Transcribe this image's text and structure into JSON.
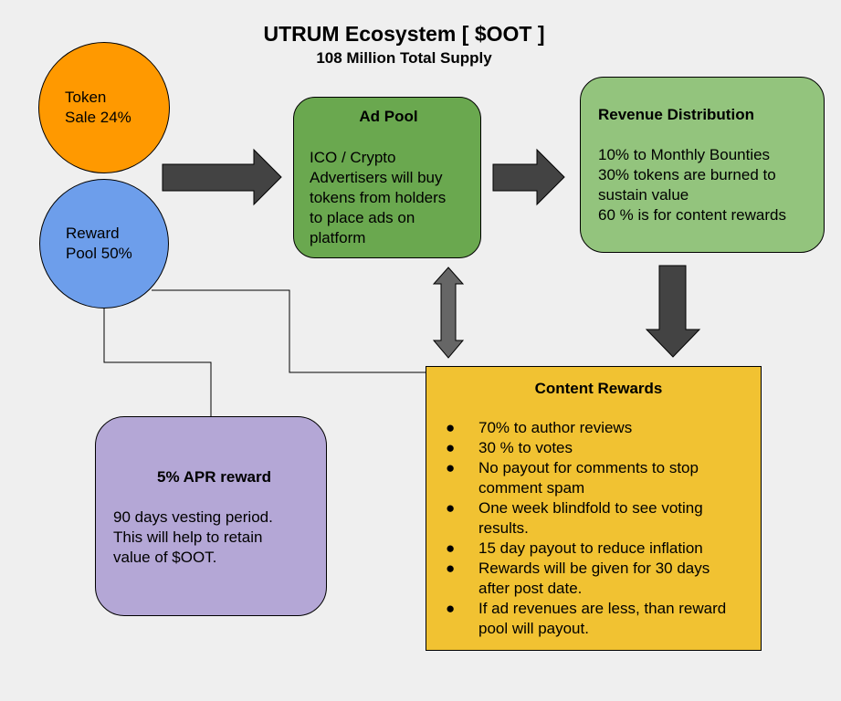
{
  "title": "UTRUM Ecosystem [ $OOT ]",
  "subtitle": "108 Million Total Supply",
  "token_sale": {
    "line1": "Token",
    "line2": "Sale 24%"
  },
  "reward_pool": {
    "line1": "Reward",
    "line2": "Pool 50%"
  },
  "ad_pool": {
    "heading": "Ad Pool",
    "lines": [
      "ICO / Crypto",
      "Advertisers will buy",
      "tokens from holders",
      "to place ads on",
      "platform"
    ]
  },
  "revenue": {
    "heading": "Revenue Distribution",
    "lines": [
      "10% to Monthly Bounties",
      "30% tokens are burned to",
      "sustain value",
      "60 % is for content rewards"
    ]
  },
  "apr": {
    "heading": "5% APR reward",
    "lines": [
      "90 days vesting period.",
      "This will help to retain",
      "value of $OOT."
    ]
  },
  "content_rewards": {
    "heading": "Content Rewards",
    "bullet": "●",
    "items": [
      [
        "70% to author reviews"
      ],
      [
        "30 % to votes"
      ],
      [
        "No payout for comments to stop",
        "comment spam"
      ],
      [
        "One week blindfold to see voting",
        "results."
      ],
      [
        "15 day payout to reduce inflation"
      ],
      [
        "Rewards will be given for 30 days",
        "after post date."
      ],
      [
        "If ad revenues are less, than reward",
        "pool will payout."
      ]
    ]
  },
  "colors": {
    "background": "#efefef",
    "token_sale": "#ff9900",
    "reward_pool": "#6d9eeb",
    "ad_pool": "#6aa84f",
    "revenue": "#93c47d",
    "apr": "#b4a7d6",
    "content_rewards": "#f1c232",
    "arrow_dark": "#434343",
    "arrow_grey": "#666666"
  }
}
